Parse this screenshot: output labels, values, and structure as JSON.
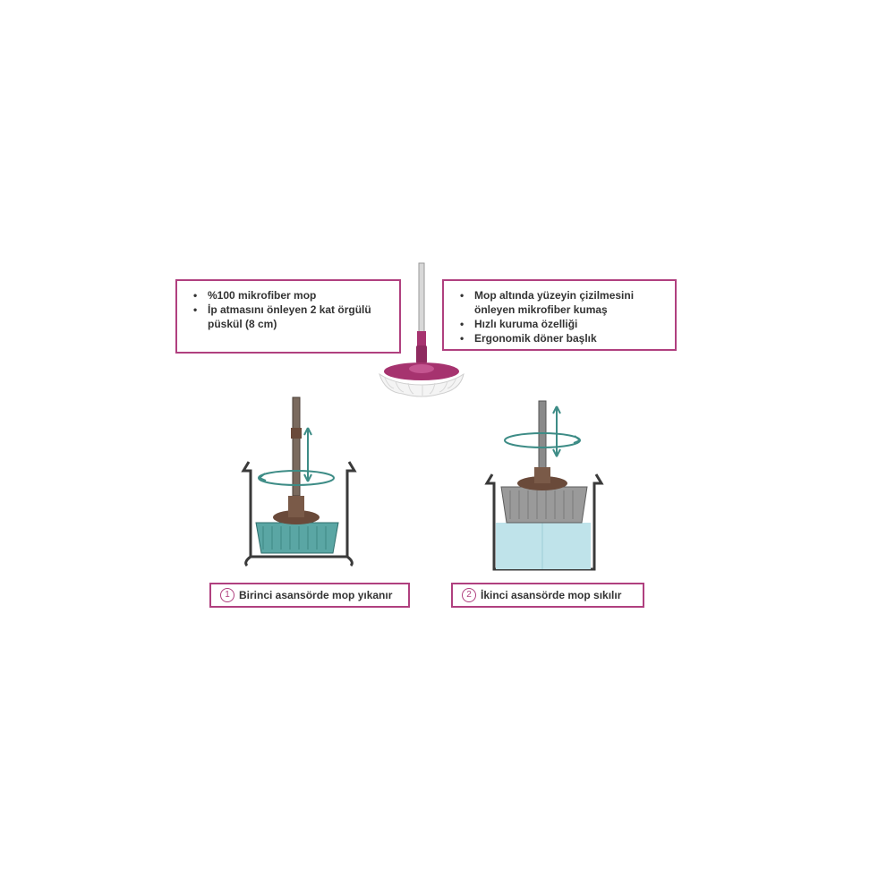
{
  "features_left": {
    "items": [
      "%100 mikrofiber mop",
      "İp atmasını önleyen 2 kat örgülü püskül (8 cm)"
    ]
  },
  "features_right": {
    "items": [
      "Mop altında yüzeyin çizilmesini önleyen mikrofiber kumaş",
      "Hızlı kuruma özelliği",
      "Ergonomik döner başlık"
    ]
  },
  "steps": [
    {
      "number": "1",
      "text": "Birinci asansörde mop yıkanır"
    },
    {
      "number": "2",
      "text": "İkinci asansörde mop sıkılır"
    }
  ],
  "colors": {
    "accent": "#b0407f",
    "mop_head": "#a6336f",
    "basket_wash": "#5aa6a4",
    "water": "#bfe3ea",
    "basket_spin": "#9a9a9a",
    "frame": "#3a3a3a"
  }
}
